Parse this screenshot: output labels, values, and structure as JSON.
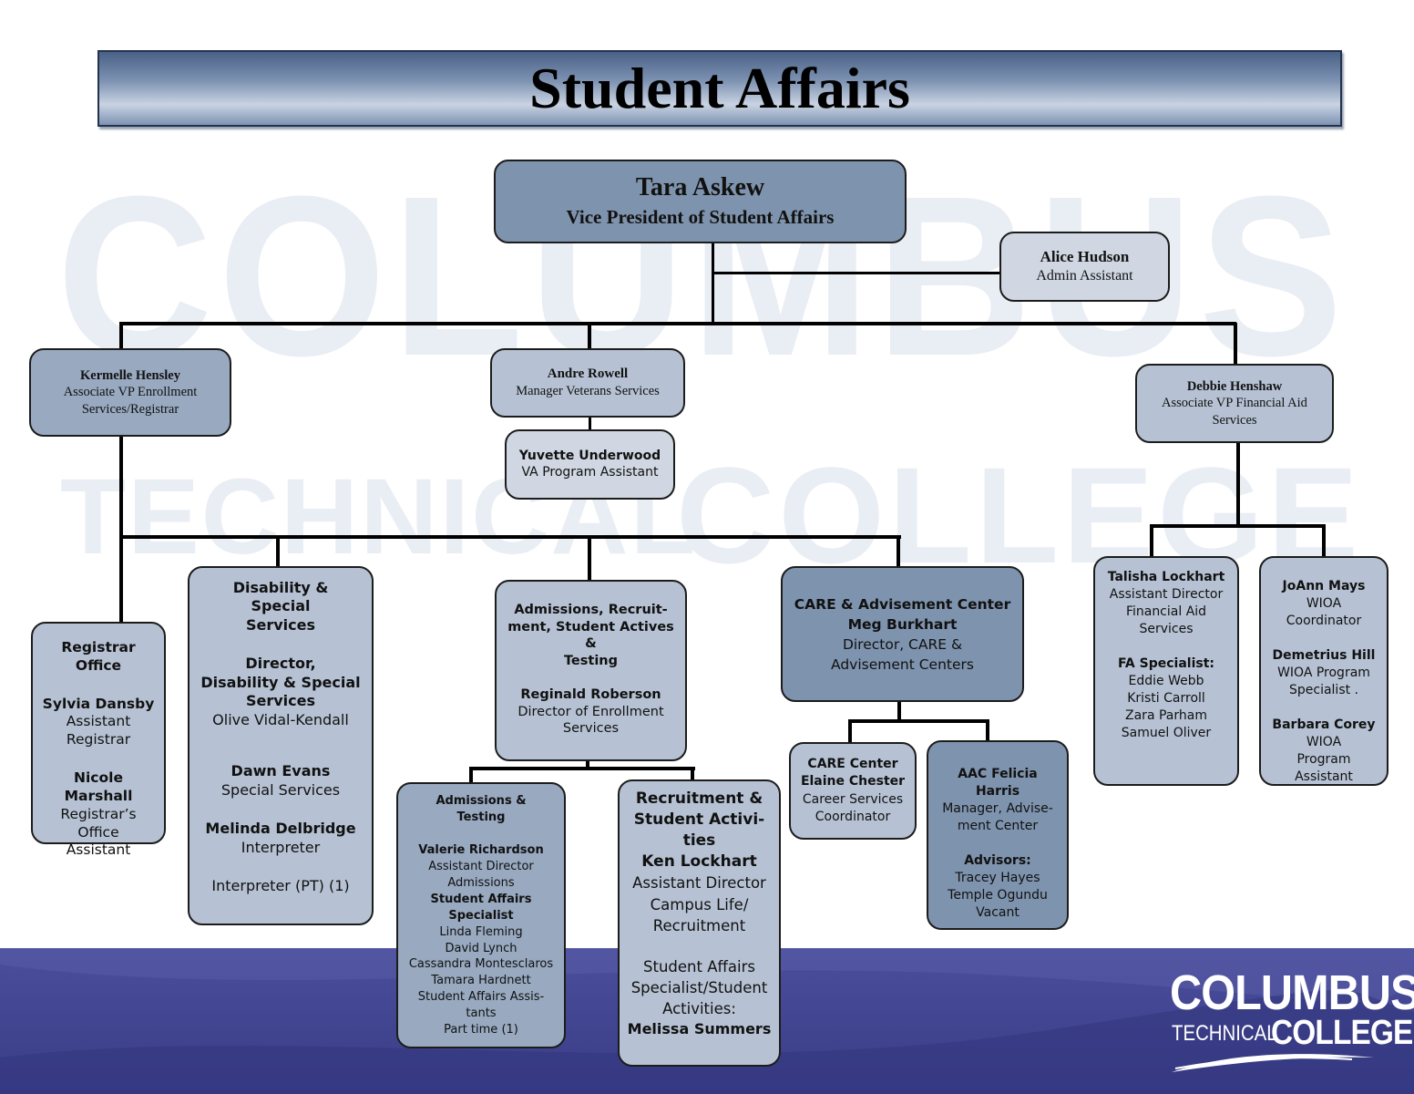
{
  "watermark": {
    "line1": "COLUMBUS",
    "line2a": "TECHNICAL",
    "line2b": "COLLEGE"
  },
  "title": "Student Affairs",
  "vp": {
    "name": "Tara Askew",
    "role": "Vice President of Student Affairs"
  },
  "admin": {
    "name": "Alice Hudson",
    "role": "Admin Assistant"
  },
  "kermelle": {
    "name": "Kermelle Hensley",
    "role1": "Associate VP Enrollment",
    "role2": "Services/Registrar"
  },
  "andre": {
    "name": "Andre Rowell",
    "role": "Manager Veterans Services"
  },
  "yuvette": {
    "name": "Yuvette Underwood",
    "role": "VA Program Assistant"
  },
  "debbie": {
    "name": "Debbie Henshaw",
    "role1": "Associate VP Financial Aid",
    "role2": "Services"
  },
  "registrar": {
    "t1": "Registrar",
    "t2": "Office",
    "p1": "Sylvia Dansby",
    "p1r1": "Assistant",
    "p1r2": "Registrar",
    "p2": "Nicole Marshall",
    "p2r1": "Registrar’s Office",
    "p2r2": "Assistant"
  },
  "disability": {
    "t1": "Disability &",
    "t2": "Special",
    "t3": "Services",
    "d1": "Director,",
    "d2": "Disability & Special",
    "d3": "Services",
    "d4": "Olive Vidal-Kendall",
    "p2": "Dawn Evans",
    "p2r": "Special Services",
    "p3": "Melinda Delbridge",
    "p3r": "Interpreter",
    "p4": "Interpreter (PT) (1)"
  },
  "admissions_center": {
    "t1": "Admissions, Recruit-",
    "t2": "ment, Student Actives &",
    "t3": "Testing",
    "p": "Reginald Roberson",
    "r1": "Director of Enrollment",
    "r2": "Services"
  },
  "care_center": {
    "t1": "CARE & Advisement Center",
    "p": "Meg Burkhart",
    "r1": "Director, CARE &",
    "r2": "Advisement Centers"
  },
  "talisha": {
    "p": "Talisha Lockhart",
    "r1": "Assistant Director",
    "r2": "Financial Aid",
    "r3": "Services",
    "s": "FA Specialist:",
    "s1": "Eddie Webb",
    "s2": "Kristi Carroll",
    "s3": "Zara Parham",
    "s4": "Samuel Oliver"
  },
  "joann": {
    "p1": "JoAnn Mays",
    "p1r": "WIOA Coordinator",
    "p2": "Demetrius Hill",
    "p2r1": "WIOA Program",
    "p2r2": "Specialist .",
    "p3": "Barbara Corey",
    "p3r1": "WIOA",
    "p3r2": "Program",
    "p3r3": "Assistant"
  },
  "admissions_testing": {
    "t1": "Admissions &",
    "t2": "Testing",
    "p1": "Valerie Richardson",
    "p1r1": "Assistant Director",
    "p1r2": "Admissions",
    "s1": "Student Affairs",
    "s2": "Specialist",
    "n1": "Linda Fleming",
    "n2": "David Lynch",
    "n3": "Cassandra Montesclaros",
    "n4": "Tamara Hardnett",
    "a1": "Student Affairs Assis-",
    "a2": "tants",
    "a3": "Part time (1)"
  },
  "recruitment": {
    "t1": "Recruitment &",
    "t2": "Student Activi-",
    "t3": "ties",
    "p": "Ken Lockhart",
    "r1": "Assistant Director",
    "r2": "Campus Life/",
    "r3": "Recruitment",
    "s1": "Student Affairs",
    "s2": "Specialist/Student",
    "s3": "Activities:",
    "s4": "Melissa Summers"
  },
  "care_sub": {
    "t1": "CARE Center",
    "t2": "Elaine Chester",
    "r1": "Career Services",
    "r2": "Coordinator"
  },
  "aac": {
    "t1": "AAC Felicia Harris",
    "r1": "Manager, Advise-",
    "r2": "ment Center",
    "a": "Advisors:",
    "a1": "Tracey Hayes",
    "a2": "Temple Ogundu",
    "a3": "Vacant"
  },
  "logo": {
    "line1": "COLUMBUS",
    "line2a": "TECHNICAL",
    "line2b": "COLLEGE"
  }
}
